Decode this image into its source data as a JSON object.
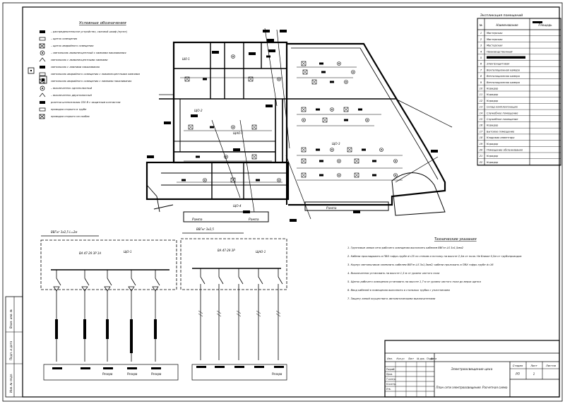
{
  "legend": {
    "title": "Условные обозначения",
    "items": [
      "– распределительное устройство, силовой шкаф (пункт)",
      "– щиток освещения",
      "– щиток аварийного освещения",
      "– светильник люминесцентный с лампами накаливания",
      "светильник с люминесцентными лампами",
      "светильник с лампами накаливания",
      "светильник аварийного освещения с люминесцентными лампами",
      "светильник аварийного освещения с лампами накаливания",
      "– выключатель однополюсный",
      "– выключатель двухполюсный",
      "розетка штепсельная 220 В с защитным контактом",
      "проводка открыто в трубе",
      "проводка открыто на скобах"
    ]
  },
  "plan": {
    "panel_labels": [
      "Ш0-1",
      "ЩО-2",
      "ЩАО-1",
      "ЩО-3",
      "ЩО-4"
    ],
    "zone_labels": [
      "Рампа",
      "Рампа",
      "Рампа"
    ]
  },
  "schematics": {
    "left": {
      "feeder": "ВВГнг 3х2,5 L=2м",
      "breaker": "ВА 47-29 3Р 1А",
      "panel": "ЩО-1",
      "group_labels": [
        "Резерв",
        "Резерв",
        "Резерв"
      ]
    },
    "right": {
      "feeder": "ВВГнг 3х2,5",
      "breaker": "ВА 47-29 3Р",
      "panel": "ЩАО-1",
      "group_labels": [
        "Резерв"
      ]
    }
  },
  "spec_table": {
    "title": "Экспликация помещений",
    "headers": [
      "№",
      "Наименование",
      "Площадь"
    ],
    "rows": [
      [
        "1",
        "Мастерская"
      ],
      [
        "2",
        "Мастерская"
      ],
      [
        "3",
        "Мастерская"
      ],
      [
        "4",
        "Производственный"
      ],
      [
        "5",
        ""
      ],
      [
        "6",
        "Электрощитовая"
      ],
      [
        "7",
        "Вентиляционная камера"
      ],
      [
        "8",
        "Вентиляционная камера"
      ],
      [
        "9",
        "Вентиляционная камера"
      ],
      [
        "10",
        "Коридор"
      ],
      [
        "11",
        "Коридор"
      ],
      [
        "12",
        "Коридор"
      ],
      [
        "13",
        "Склад комплектующих"
      ],
      [
        "14",
        "Служебное помещение"
      ],
      [
        "15",
        "Служебное помещение"
      ],
      [
        "16",
        "Коридор"
      ],
      [
        "17",
        "Бытовое помещение"
      ],
      [
        "18",
        "Кладовая инвентаря"
      ],
      [
        "19",
        "Коридор"
      ],
      [
        "20",
        "Помещение обслуживания"
      ],
      [
        "21",
        "Коридор"
      ],
      [
        "22",
        "Коридор"
      ]
    ]
  },
  "notes": {
    "title": "Технические указания",
    "items": [
      "1. Групповые линии сети рабочего освещения выполнить кабелем ВВГнг-LS 3х1,5мм2",
      "2. Кабели прокладывать в ПВХ гофро-трубе d=25 по стенам и потолку на высоте 2,5м от пола. Не ближе 0,5м от трубопроводов",
      "3. Корпус светильников заземлить кабелем ВВГнг-LS 3х1,5мм2; кабели проложить в ПВХ гофро-трубе d=16",
      "4. Выключатели установить на высоте 1,5 м от уровня чистого пола",
      "5. Щиток рабочего освещения установить на высоте 1,7 м от уровня чистого пола до верха щитка",
      "6. Ввод кабелей в помещения выполнить в стальных трубах с уплотнением",
      "7. Защиту линий осуществить автоматическими выключателями"
    ]
  },
  "title_block": {
    "sheet": "Лист",
    "sheets": "Листов",
    "sheet_number": "1",
    "stage": "Стадия",
    "stage_value": "РП",
    "drawing_title": "Электроосвещение цеха",
    "drawing_subtitle": "План сети электроосвещения. Расчетная схема",
    "role_rows": [
      "Разраб.",
      "Пров.",
      "Т.контр.",
      "Н.контр.",
      "Утв."
    ],
    "col_headers": [
      "Изм.",
      "Кол.уч",
      "Лист",
      "№ док.",
      "Подп.",
      "Дата"
    ]
  },
  "side_stamp": [
    "Инв. № подл.",
    "Подп. и дата",
    "Взам. инв. №"
  ]
}
